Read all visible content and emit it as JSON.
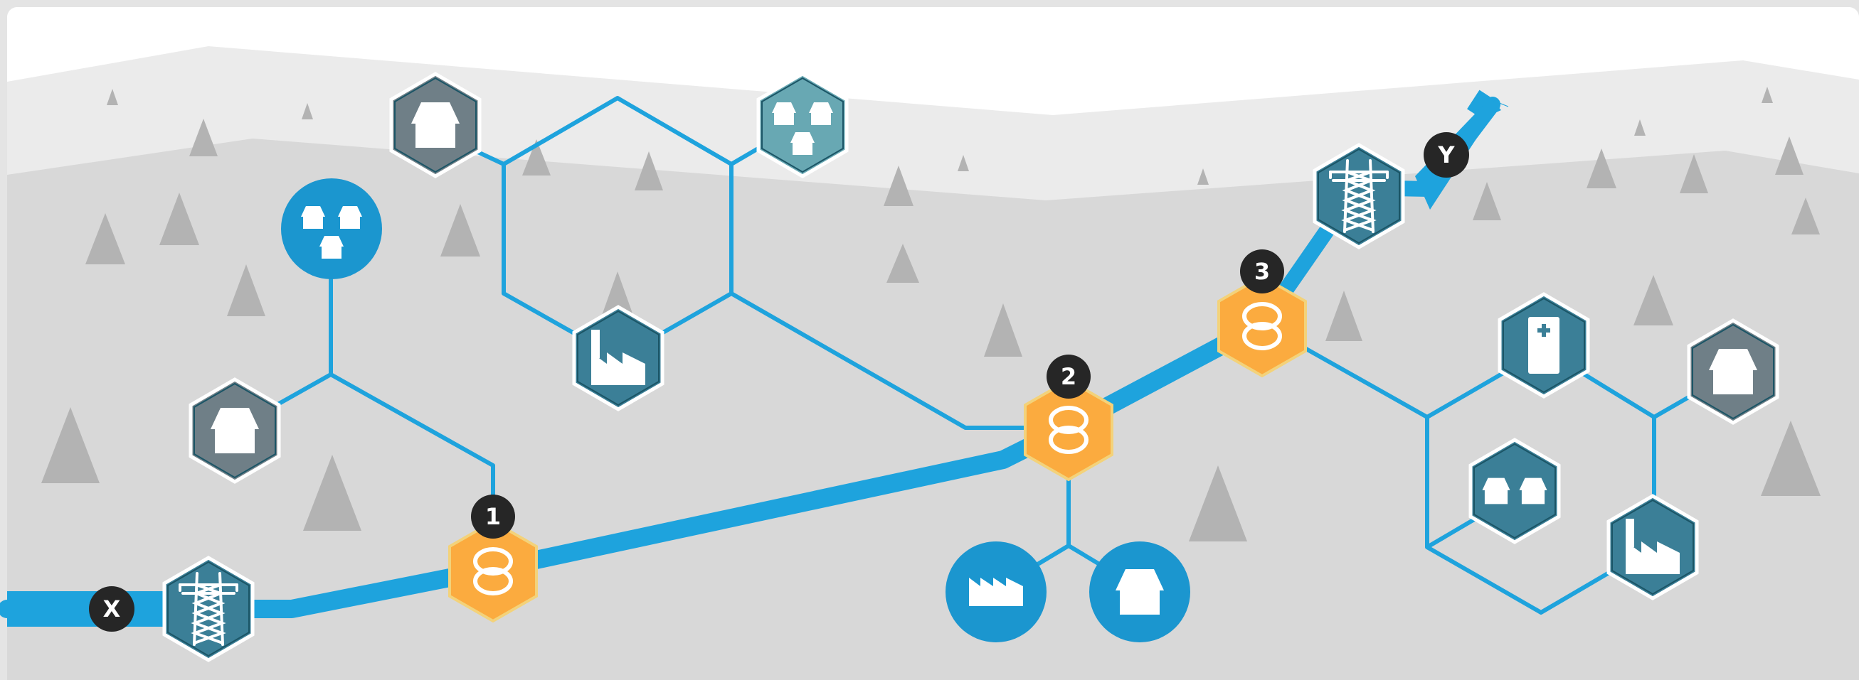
{
  "diagram": {
    "colors": {
      "background": "#e4e4e4",
      "sky": "#ffffff",
      "far_ground": "#ebebeb",
      "near_ground": "#d8d8d8",
      "tree": "#b3b3b3",
      "line": "#1ea3dd",
      "transformer": "#fbab3f",
      "transformer_border": "#f3d27a",
      "hex_dark": "#3b7f97",
      "hex_gray": "#6f7f87",
      "hex_light": "#68a8b3",
      "circle": "#1b96cf",
      "marker": "#262626"
    },
    "endpoints": {
      "start": "X",
      "end": "Y"
    },
    "transformers": [
      {
        "label": "1",
        "icon": "transformer-coils-icon"
      },
      {
        "label": "2",
        "icon": "transformer-coils-icon"
      },
      {
        "label": "3",
        "icon": "transformer-coils-icon"
      }
    ],
    "nodes": [
      {
        "id": "pylon-start",
        "icon": "power-pylon-icon"
      },
      {
        "id": "pylon-end",
        "icon": "power-pylon-icon"
      },
      {
        "id": "house-left",
        "icon": "house-icon"
      },
      {
        "id": "houses-circle-left",
        "icon": "three-houses-icon"
      },
      {
        "id": "house-top",
        "icon": "house-icon"
      },
      {
        "id": "factory-top",
        "icon": "factory-icon"
      },
      {
        "id": "houses-top-right",
        "icon": "three-houses-icon"
      },
      {
        "id": "factory-circle",
        "icon": "factory-icon"
      },
      {
        "id": "house-circle",
        "icon": "house-icon"
      },
      {
        "id": "hospital",
        "icon": "hospital-icon"
      },
      {
        "id": "house-right",
        "icon": "house-icon"
      },
      {
        "id": "houses-right",
        "icon": "two-houses-icon"
      },
      {
        "id": "factory-right",
        "icon": "factory-icon"
      }
    ]
  }
}
